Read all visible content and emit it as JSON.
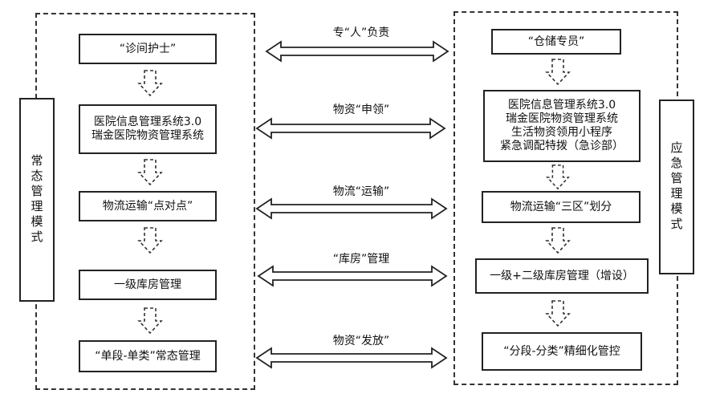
{
  "left_panel": {
    "side_label": "常态管理模式",
    "steps": [
      "“诊间护士”",
      "医院信息管理系统3.0\n瑞金医院物资管理系统",
      "物流运输“点对点”",
      "一级库房管理",
      "“单段-单类”常态管理"
    ]
  },
  "right_panel": {
    "side_label": "应急管理模式",
    "steps": [
      "“仓储专员”",
      "医院信息管理系统3.0\n瑞金医院物资管理系统\n生活物资领用小程序\n紧急调配特拨（急诊部）",
      "物流运输“三区”划分",
      "一级+二级库房管理（增设）",
      "“分段-分类”精细化管控"
    ]
  },
  "connectors": [
    "专“人”负责",
    "物资“申领”",
    "物流“运输”",
    "“库房”管理",
    "物资“发放”"
  ]
}
